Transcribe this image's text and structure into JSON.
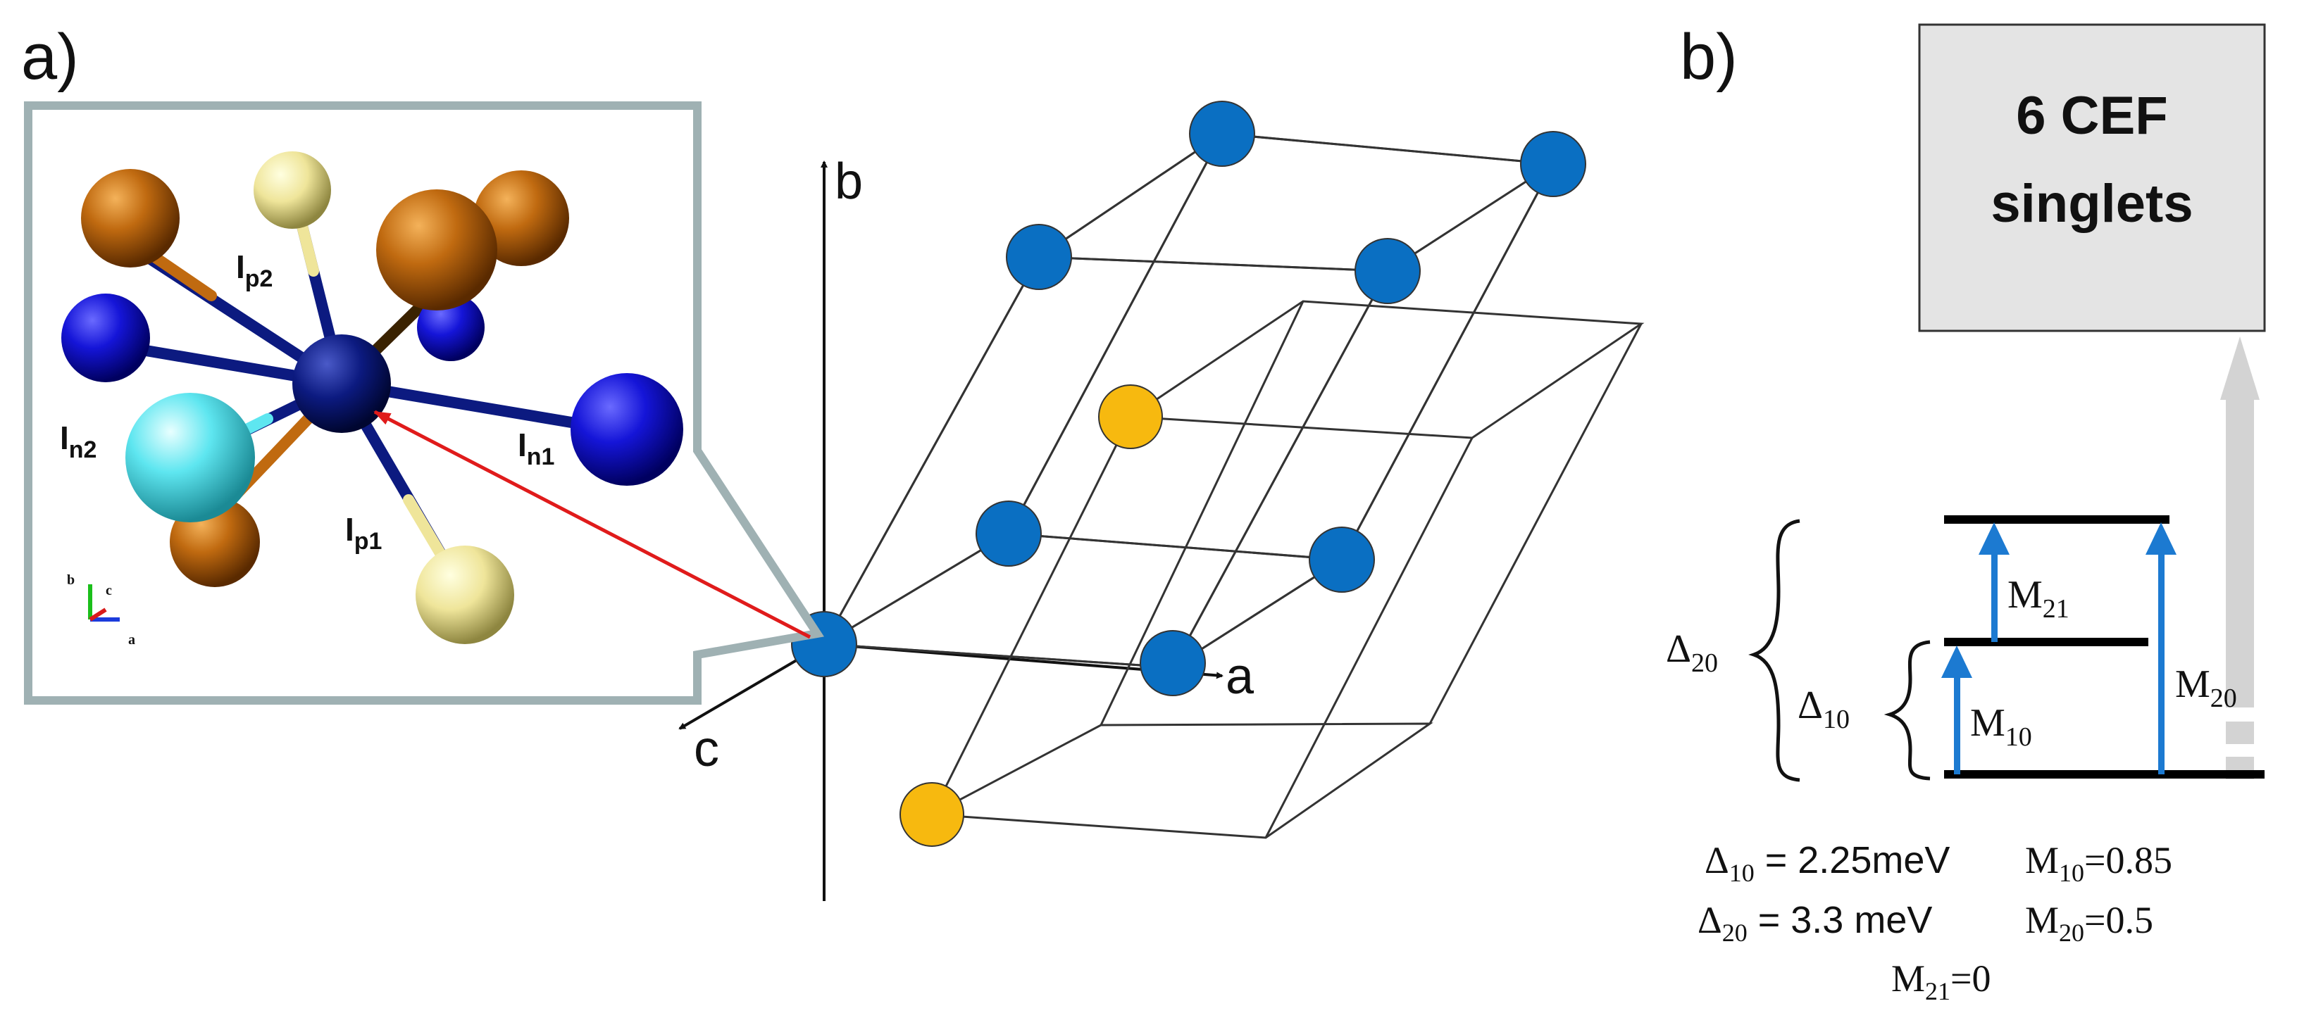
{
  "panels": {
    "a": "a)",
    "b": "b)"
  },
  "lattice_axes": {
    "a": "a",
    "b": "b",
    "c": "c"
  },
  "inset": {
    "bonds": {
      "p2": {
        "main": "I",
        "sub": "p2"
      },
      "n2": {
        "main": "I",
        "sub": "n2"
      },
      "n1": {
        "main": "I",
        "sub": "n1"
      },
      "p1": {
        "main": "I",
        "sub": "p1"
      }
    },
    "triad": {
      "b": "b",
      "c": "c",
      "a": "a"
    }
  },
  "colors": {
    "site_blue": "#0a6fc2",
    "site_yellow": "#f7b90f",
    "inset_frame": "#9fb1b3",
    "transition_arrow": "#1c7ad1",
    "red_link": "#e01b1b",
    "cef_box": "#e4e4e4"
  },
  "energy": {
    "box_line1": "6 CEF",
    "box_line2": "singlets",
    "delta20": {
      "main": "Δ",
      "sub": "20"
    },
    "delta10": {
      "main": "Δ",
      "sub": "10"
    },
    "m21": {
      "main": "M",
      "sub": "21"
    },
    "m10": {
      "main": "M",
      "sub": "10"
    },
    "m20": {
      "main": "M",
      "sub": "20"
    },
    "eq1": {
      "sym": "Δ",
      "sub": "10",
      "rest": " = 2.25meV"
    },
    "eq2": {
      "sym": "Δ",
      "sub": "20",
      "rest": " = 3.3 meV"
    },
    "eq3": {
      "sym": "M",
      "sub": "10",
      "rest": "=0.85"
    },
    "eq4": {
      "sym": "M",
      "sub": "20",
      "rest": "=0.5"
    },
    "eq5": {
      "sym": "M",
      "sub": "21",
      "rest": "=0"
    }
  }
}
